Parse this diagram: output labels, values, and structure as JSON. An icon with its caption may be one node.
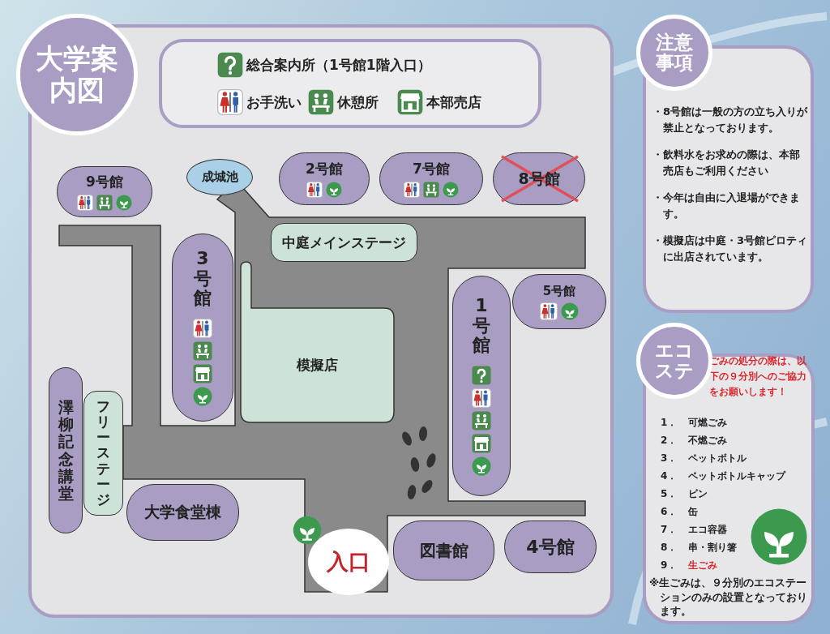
{
  "diagram": {
    "title": "大学案内図",
    "nodes": [
      {
        "text": [
          "9号館"
        ]
      },
      {
        "text": [
          "成城池"
        ]
      },
      {
        "text": [
          "2号館"
        ]
      },
      {
        "text": [
          "7号館"
        ]
      },
      {
        "text": [
          "8号館"
        ]
      },
      {
        "text": [
          "中庭メインステージ"
        ]
      },
      {
        "text": [
          "3号館"
        ]
      },
      {
        "text": [
          "模擬店"
        ]
      },
      {
        "text": [
          "1号館"
        ]
      },
      {
        "text": [
          "5号館"
        ]
      },
      {
        "text": [
          "澤柳記念講堂"
        ]
      },
      {
        "text": [
          "フリーステージ"
        ]
      },
      {
        "text": [
          "大学食堂棟"
        ]
      },
      {
        "text": [
          "入口"
        ]
      },
      {
        "text": [
          "図書館"
        ]
      },
      {
        "text": [
          "4号館"
        ]
      },
      {
        "text": [
          "注意事項",
          "・8号館は一般の方の立ち入りが禁止となっております。",
          "・飲料水をお求めの際は、本部売店もご利用ください",
          "・今年は自由に入退場ができます。",
          "・模擬店は中庭・3号館ピロティに出店されています。"
        ]
      },
      {
        "text": [
          "エコステ",
          "ごみの処分の際は、以下の９分別へのご協力をお願いします！",
          "1．可燃ごみ",
          "2．不燃ごみ",
          "3．ペットボトル",
          "4．ペットボトルキャップ",
          "5．ビン",
          "6．缶",
          "7．エコ容器",
          "8．串・割り箸",
          "9．生ごみ",
          "※生ごみは、９分別のエコステーションのみの設置となっております。"
        ]
      }
    ],
    "edges": [],
    "legend": [
      {
        "text": "総合案内所（1号館1階入口）"
      },
      {
        "text": "お手洗い"
      },
      {
        "text": "休憩所"
      },
      {
        "text": "本部売店"
      }
    ]
  }
}
